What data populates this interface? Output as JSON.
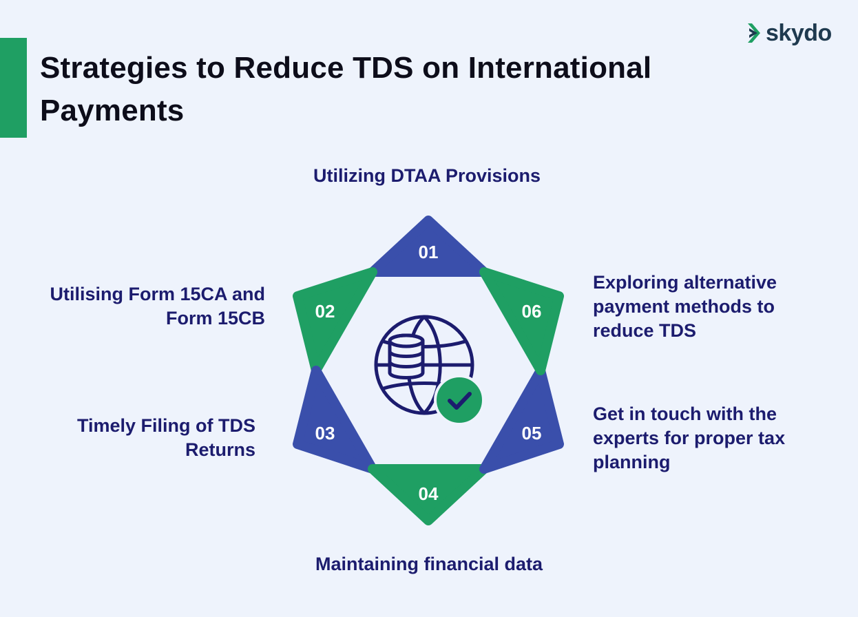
{
  "title": "Strategies to Reduce TDS on International Payments",
  "logo": {
    "text": "skydo",
    "icon": "skydo-chevron-icon"
  },
  "colors": {
    "blue": "#3a4fab",
    "green": "#1f9f63",
    "text": "#1c1c6e",
    "background": "#eef3fc"
  },
  "center_icon": {
    "icons": [
      "globe-database-icon",
      "checkmark-badge-icon"
    ]
  },
  "steps": [
    {
      "number": "01",
      "label": "Utilizing DTAA Provisions",
      "color": "blue"
    },
    {
      "number": "02",
      "label": "Utilising Form 15CA and Form 15CB",
      "color": "green"
    },
    {
      "number": "03",
      "label": "Timely Filing of TDS Returns",
      "color": "blue"
    },
    {
      "number": "04",
      "label": "Maintaining financial data",
      "color": "green"
    },
    {
      "number": "05",
      "label": "Get in touch with the experts for proper tax planning",
      "color": "blue"
    },
    {
      "number": "06",
      "label": "Exploring alternative payment methods to reduce TDS",
      "color": "green"
    }
  ]
}
